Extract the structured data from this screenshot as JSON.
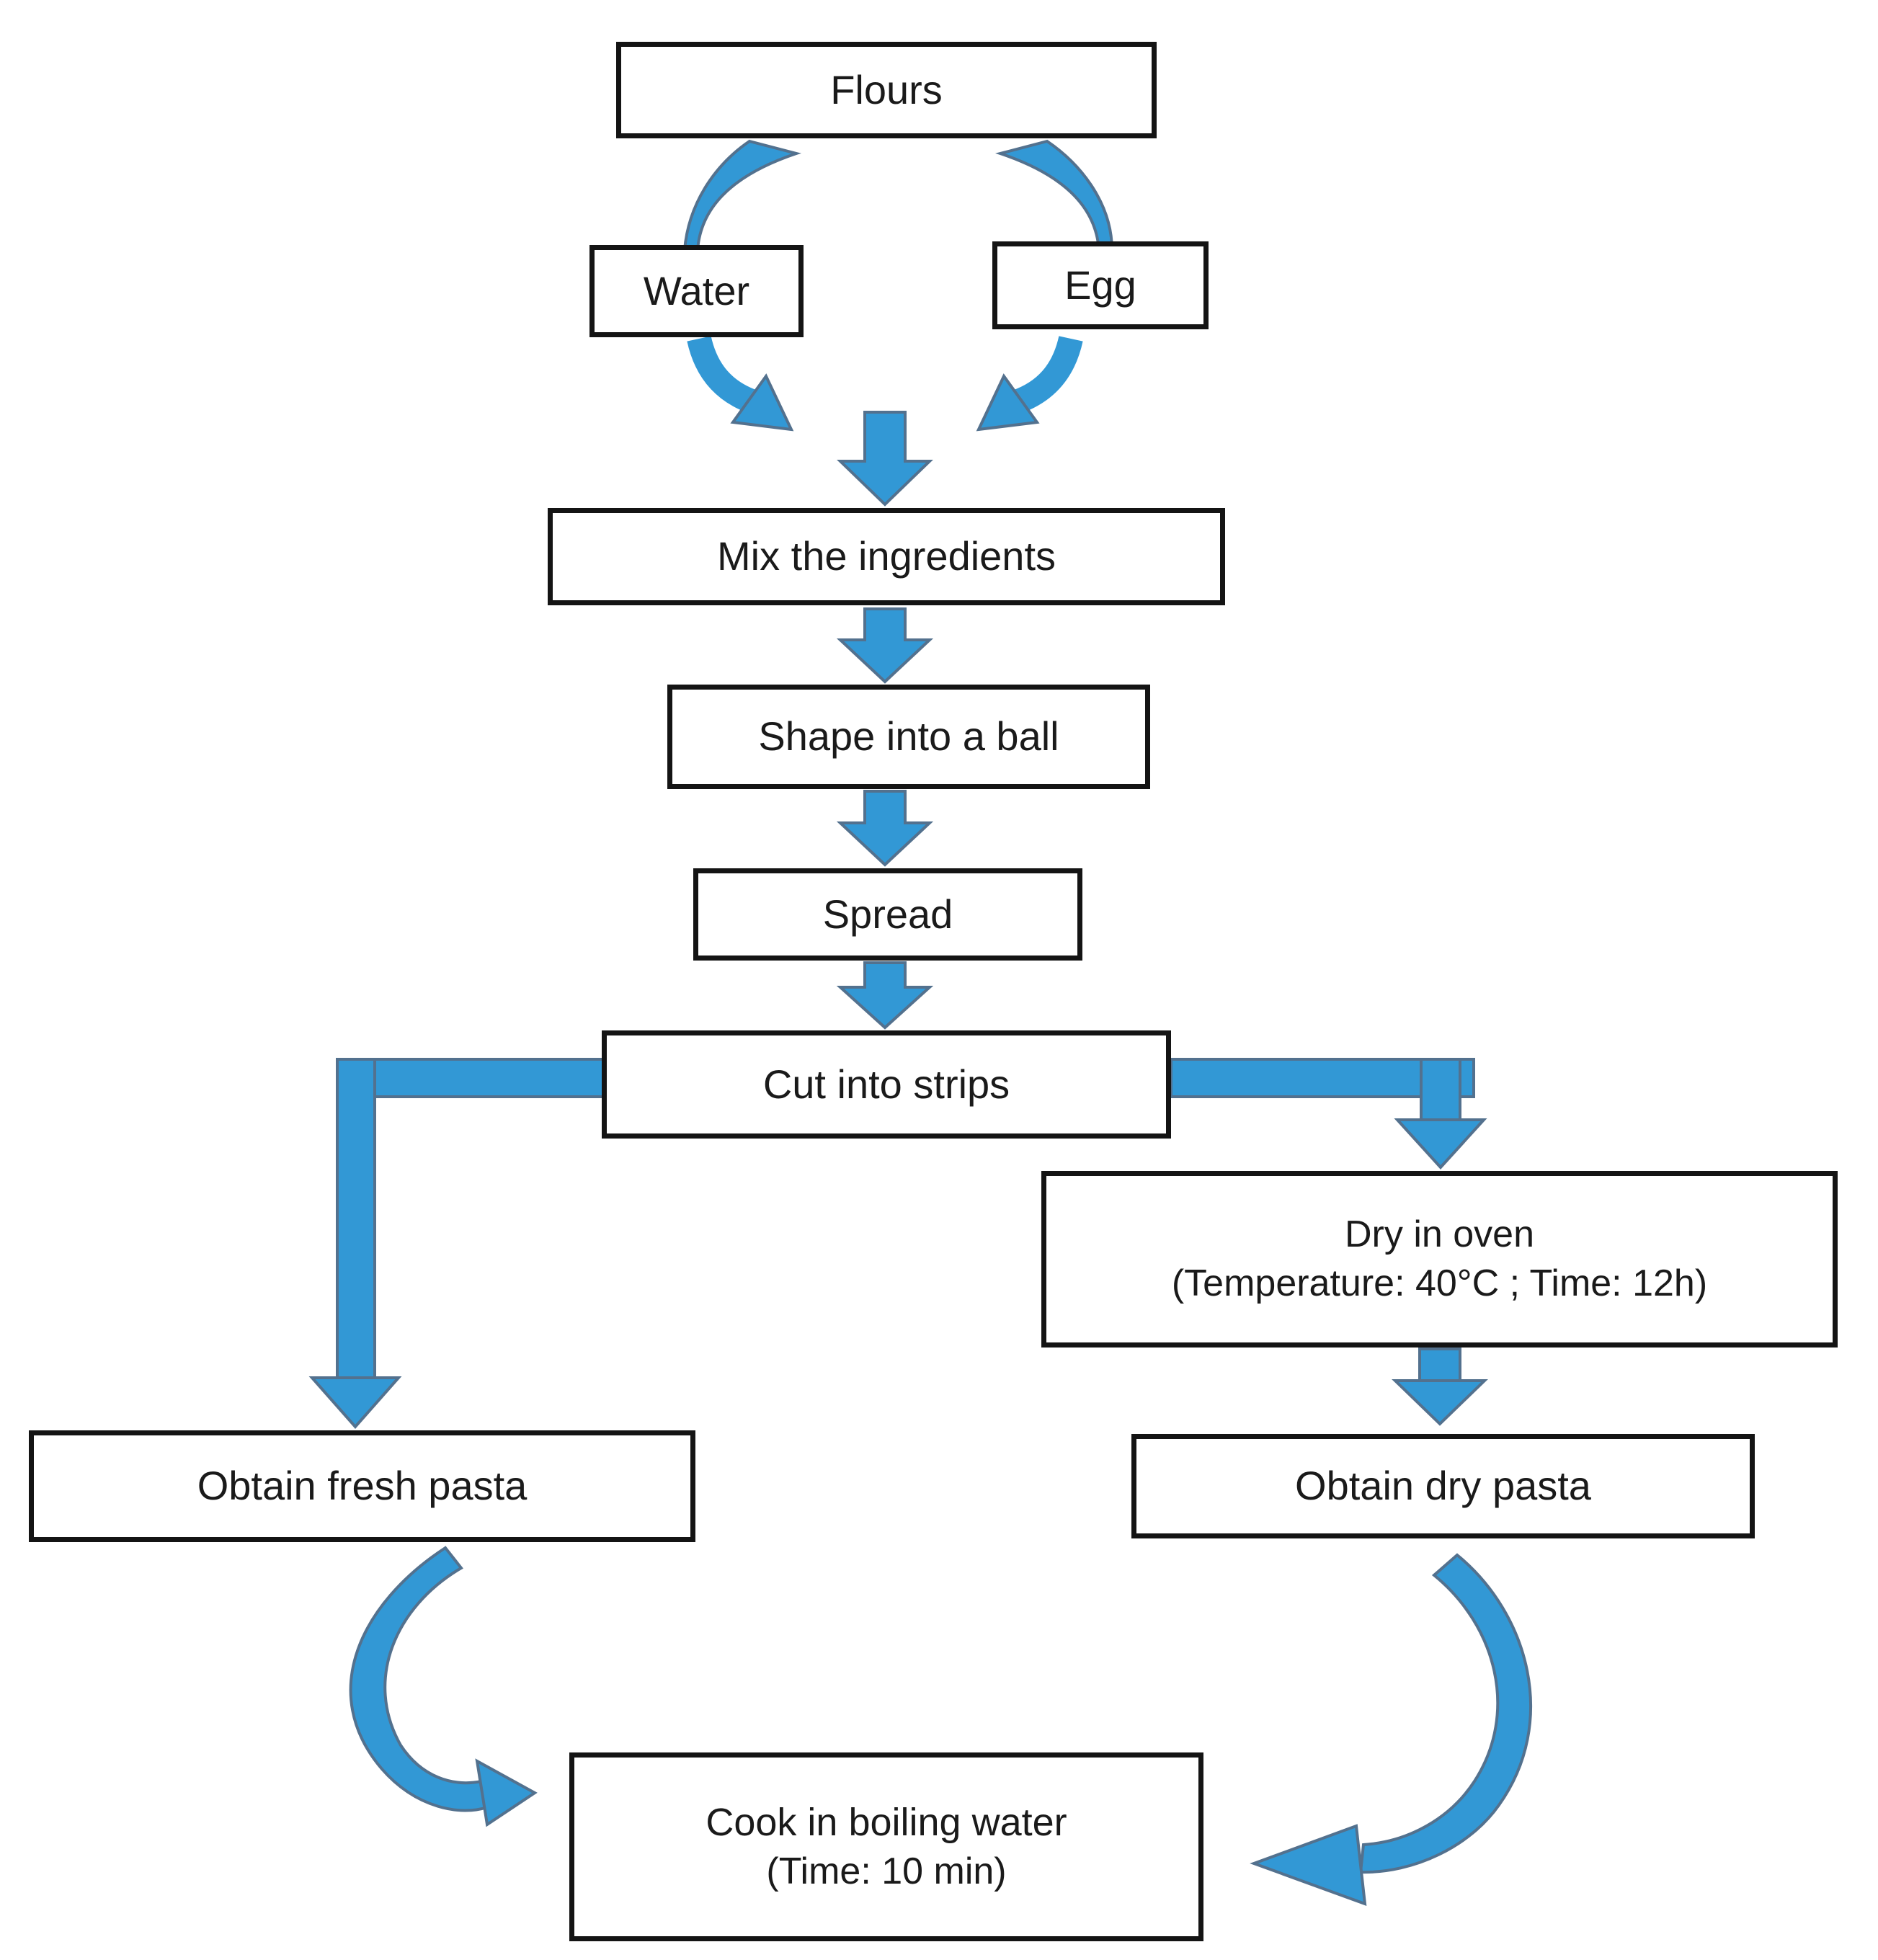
{
  "diagram": {
    "colors": {
      "arrow": "#3298d5",
      "arrow_edge": "#53718e",
      "box_border": "#141414",
      "text": "#1a1a1a",
      "background": "#ffffff"
    },
    "nodes": {
      "flours": {
        "label": "Flours"
      },
      "water": {
        "label": "Water"
      },
      "egg": {
        "label": "Egg"
      },
      "mix": {
        "label": "Mix the ingredients"
      },
      "shape": {
        "label": "Shape into a ball"
      },
      "spread": {
        "label": "Spread"
      },
      "cut": {
        "label": "Cut into strips"
      },
      "dry": {
        "label": "Dry in oven",
        "sublabel": "(Temperature: 40°C ; Time: 12h)"
      },
      "fresh": {
        "label": "Obtain fresh pasta"
      },
      "dry_pasta": {
        "label": "Obtain dry pasta"
      },
      "cook": {
        "label": "Cook in boiling water",
        "sublabel": "(Time: 10 min)"
      }
    },
    "edges": [
      {
        "from": "flours",
        "to": "water",
        "style": "curved"
      },
      {
        "from": "flours",
        "to": "egg",
        "style": "curved"
      },
      {
        "from": "water",
        "to": "mix",
        "style": "curved"
      },
      {
        "from": "egg",
        "to": "mix",
        "style": "curved"
      },
      {
        "from": "mix",
        "to": "shape",
        "style": "straight"
      },
      {
        "from": "shape",
        "to": "spread",
        "style": "straight"
      },
      {
        "from": "spread",
        "to": "cut",
        "style": "straight"
      },
      {
        "from": "cut",
        "to": "fresh",
        "style": "elbow"
      },
      {
        "from": "cut",
        "to": "dry",
        "style": "elbow"
      },
      {
        "from": "dry",
        "to": "dry_pasta",
        "style": "straight"
      },
      {
        "from": "fresh",
        "to": "cook",
        "style": "curved"
      },
      {
        "from": "dry_pasta",
        "to": "cook",
        "style": "curved"
      }
    ]
  }
}
